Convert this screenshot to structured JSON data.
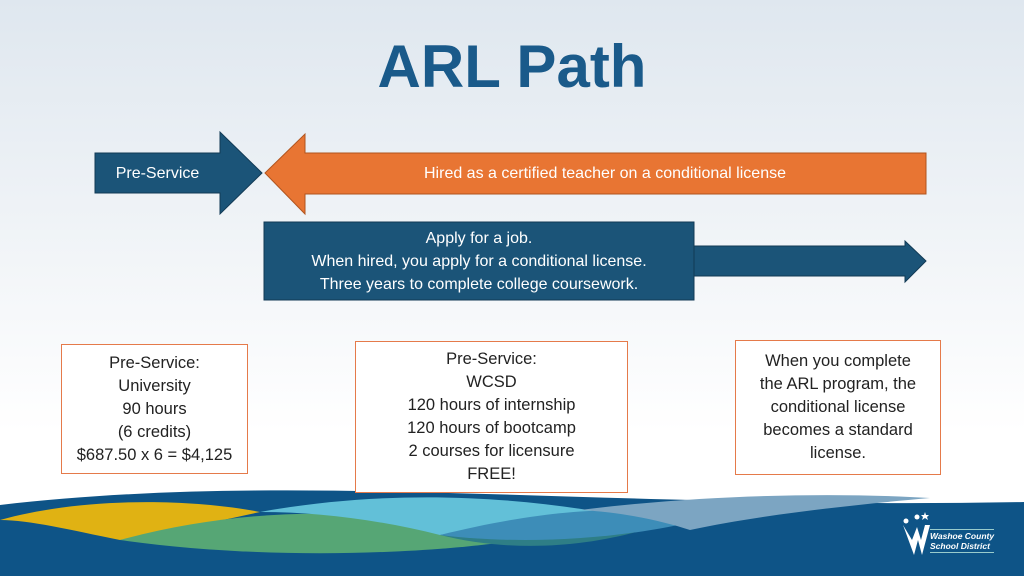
{
  "title": "ARL Path",
  "arrows": {
    "pre_service": "Pre-Service",
    "hired": "Hired as a certified teacher on a conditional license",
    "apply": [
      "Apply for a job.",
      "When hired, you apply for a conditional license.",
      "Three years to complete college coursework."
    ]
  },
  "boxes": {
    "university": [
      "Pre-Service:",
      "University",
      "90 hours",
      "(6 credits)",
      "$687.50 x 6 = $4,125"
    ],
    "wcsd": [
      "Pre-Service:",
      "WCSD",
      "120 hours of internship",
      "120 hours of bootcamp",
      "2 courses for licensure",
      "FREE!"
    ],
    "complete": [
      "When you complete",
      "the ARL program, the",
      "conditional license",
      "becomes a standard",
      "license."
    ]
  },
  "logo": {
    "line1": "Washoe County",
    "line2": "School District"
  },
  "colors": {
    "navy": "#1b5478",
    "orange": "#e87533",
    "title": "#1a5a8a",
    "border": "#e57a4a"
  }
}
